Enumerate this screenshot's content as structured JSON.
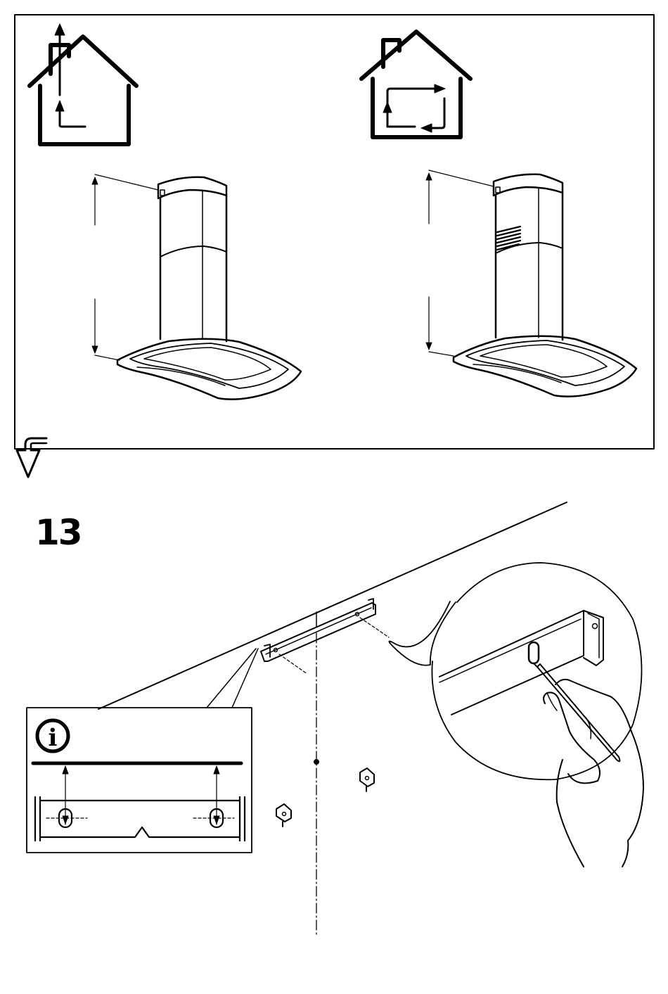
{
  "step": {
    "number": "13"
  },
  "panel_top": {
    "left_option": {
      "icon": "house-ducted-exhaust-icon",
      "hood": "chimney-hood-ducted"
    },
    "right_option": {
      "icon": "house-recirculation-icon",
      "hood": "chimney-hood-filter"
    }
  },
  "flow_arrow": {
    "icon": "continue-down-arrow-icon"
  },
  "info_box": {
    "icon": "info-icon",
    "glyph": "i"
  },
  "colors": {
    "ink": "#000000",
    "paper": "#ffffff"
  }
}
